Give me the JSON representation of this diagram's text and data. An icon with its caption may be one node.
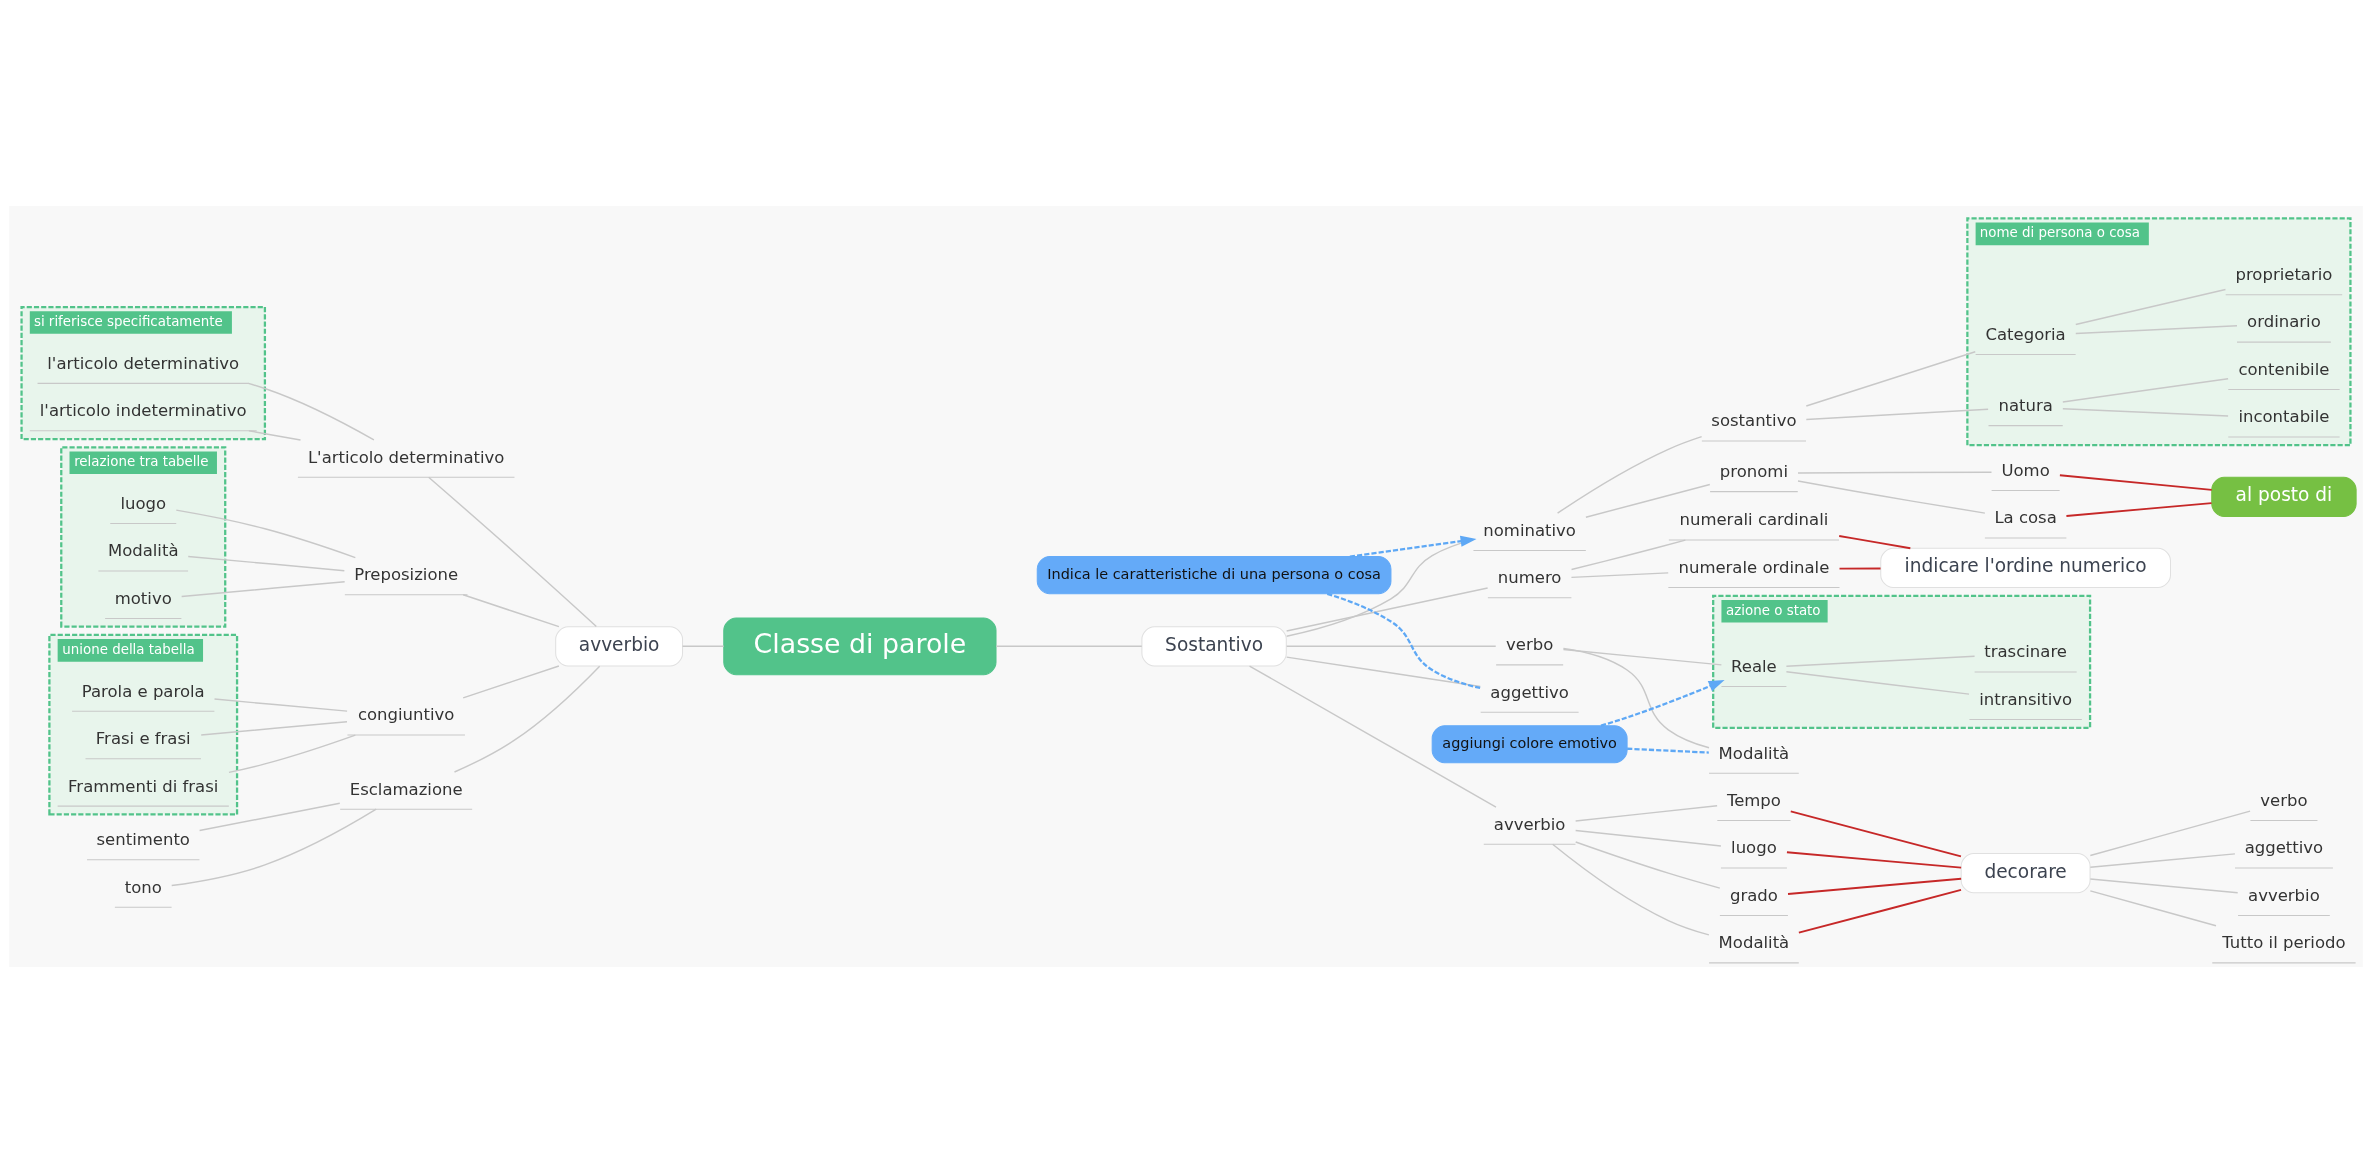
{
  "diagram": {
    "nodes": [
      {
        "text": [
          "Classe di parole"
        ]
      },
      {
        "text": [
          "avverbio"
        ]
      },
      {
        "text": [
          "L'articolo determinativo"
        ]
      },
      {
        "text": [
          "si riferisce specificatamente"
        ]
      },
      {
        "text": [
          "l'articolo determinativo"
        ],
        "in": 3
      },
      {
        "text": [
          "l'articolo indeterminativo"
        ],
        "in": 3
      },
      {
        "text": [
          "Preposizione"
        ]
      },
      {
        "text": [
          "relazione tra tabelle"
        ]
      },
      {
        "text": [
          "luogo"
        ],
        "in": 7
      },
      {
        "text": [
          "Modalità"
        ],
        "in": 7
      },
      {
        "text": [
          "motivo"
        ],
        "in": 7
      },
      {
        "text": [
          "congiuntivo"
        ]
      },
      {
        "text": [
          "unione della tabella"
        ]
      },
      {
        "text": [
          "Parola e parola"
        ],
        "in": 12
      },
      {
        "text": [
          "Frasi e frasi"
        ],
        "in": 12
      },
      {
        "text": [
          "Frammenti di frasi"
        ],
        "in": 12
      },
      {
        "text": [
          "Esclamazione"
        ]
      },
      {
        "text": [
          "sentimento"
        ]
      },
      {
        "text": [
          "tono"
        ]
      },
      {
        "text": [
          "Sostantivo"
        ]
      },
      {
        "text": [
          "nominativo"
        ]
      },
      {
        "text": [
          "sostantivo"
        ]
      },
      {
        "text": [
          "nome di persona o cosa"
        ]
      },
      {
        "text": [
          "Categoria"
        ],
        "in": 22
      },
      {
        "text": [
          "proprietario"
        ],
        "in": 22
      },
      {
        "text": [
          "ordinario"
        ],
        "in": 22
      },
      {
        "text": [
          "natura"
        ],
        "in": 22
      },
      {
        "text": [
          "contenibile"
        ],
        "in": 22
      },
      {
        "text": [
          "incontabile"
        ],
        "in": 22
      },
      {
        "text": [
          "pronomi"
        ]
      },
      {
        "text": [
          "Uomo"
        ]
      },
      {
        "text": [
          "La cosa"
        ]
      },
      {
        "text": [
          "al posto di"
        ]
      },
      {
        "text": [
          "Indica le caratteristiche di una persona o cosa"
        ]
      },
      {
        "text": [
          "numero"
        ]
      },
      {
        "text": [
          "numerali cardinali"
        ]
      },
      {
        "text": [
          "numerale ordinale"
        ]
      },
      {
        "text": [
          "indicare l'ordine numerico"
        ]
      },
      {
        "text": [
          "verbo"
        ]
      },
      {
        "text": [
          "azione o stato"
        ]
      },
      {
        "text": [
          "Reale"
        ],
        "in": 39
      },
      {
        "text": [
          "trascinare"
        ],
        "in": 39
      },
      {
        "text": [
          "intransitivo"
        ],
        "in": 39
      },
      {
        "text": [
          "Modalità"
        ]
      },
      {
        "text": [
          "aggiungi colore emotivo"
        ]
      },
      {
        "text": [
          "aggettivo"
        ]
      },
      {
        "text": [
          "avverbio"
        ]
      },
      {
        "text": [
          "Tempo"
        ]
      },
      {
        "text": [
          "luogo"
        ]
      },
      {
        "text": [
          "grado"
        ]
      },
      {
        "text": [
          "Modalità"
        ]
      },
      {
        "text": [
          "decorare"
        ]
      },
      {
        "text": [
          "verbo"
        ]
      },
      {
        "text": [
          "aggettivo"
        ]
      },
      {
        "text": [
          "avverbio"
        ]
      },
      {
        "text": [
          "Tutto il periodo"
        ]
      }
    ],
    "edges": [
      {
        "from": 0,
        "to": 1,
        "arrow": "none"
      },
      {
        "from": 1,
        "to": 2,
        "arrow": "none"
      },
      {
        "from": 2,
        "to": 4,
        "arrow": "none"
      },
      {
        "from": 2,
        "to": 5,
        "arrow": "none"
      },
      {
        "from": 1,
        "to": 6,
        "arrow": "none"
      },
      {
        "from": 6,
        "to": 8,
        "arrow": "none"
      },
      {
        "from": 6,
        "to": 9,
        "arrow": "none"
      },
      {
        "from": 6,
        "to": 10,
        "arrow": "none"
      },
      {
        "from": 1,
        "to": 11,
        "arrow": "none"
      },
      {
        "from": 11,
        "to": 13,
        "arrow": "none"
      },
      {
        "from": 11,
        "to": 14,
        "arrow": "none"
      },
      {
        "from": 11,
        "to": 15,
        "arrow": "none"
      },
      {
        "from": 1,
        "to": 16,
        "arrow": "none"
      },
      {
        "from": 16,
        "to": 17,
        "arrow": "none"
      },
      {
        "from": 16,
        "to": 18,
        "arrow": "none"
      },
      {
        "from": 0,
        "to": 19,
        "arrow": "none"
      },
      {
        "from": 19,
        "to": 20,
        "arrow": "none"
      },
      {
        "from": 20,
        "to": 21,
        "arrow": "none"
      },
      {
        "from": 21,
        "to": 23,
        "arrow": "none"
      },
      {
        "from": 23,
        "to": 24,
        "arrow": "none"
      },
      {
        "from": 23,
        "to": 25,
        "arrow": "none"
      },
      {
        "from": 21,
        "to": 26,
        "arrow": "none"
      },
      {
        "from": 26,
        "to": 27,
        "arrow": "none"
      },
      {
        "from": 26,
        "to": 28,
        "arrow": "none"
      },
      {
        "from": 20,
        "to": 29,
        "arrow": "none"
      },
      {
        "from": 29,
        "to": 30,
        "arrow": "none"
      },
      {
        "from": 29,
        "to": 31,
        "arrow": "none"
      },
      {
        "from": 30,
        "to": 32,
        "arrow": "none",
        "color": "#c62828"
      },
      {
        "from": 31,
        "to": 32,
        "arrow": "none",
        "color": "#c62828"
      },
      {
        "from": 33,
        "to": 20,
        "arrow": "to",
        "style": "dashed",
        "color": "#5ea8f5"
      },
      {
        "from": 33,
        "to": 45,
        "arrow": "none",
        "style": "dashed",
        "color": "#5ea8f5"
      },
      {
        "from": 19,
        "to": 34,
        "arrow": "none"
      },
      {
        "from": 34,
        "to": 35,
        "arrow": "none"
      },
      {
        "from": 34,
        "to": 36,
        "arrow": "none"
      },
      {
        "from": 35,
        "to": 37,
        "arrow": "none",
        "color": "#c62828"
      },
      {
        "from": 36,
        "to": 37,
        "arrow": "none",
        "color": "#c62828"
      },
      {
        "from": 19,
        "to": 38,
        "arrow": "none"
      },
      {
        "from": 38,
        "to": 40,
        "arrow": "none"
      },
      {
        "from": 40,
        "to": 41,
        "arrow": "none"
      },
      {
        "from": 40,
        "to": 42,
        "arrow": "none"
      },
      {
        "from": 38,
        "to": 43,
        "arrow": "none"
      },
      {
        "from": 44,
        "to": 40,
        "arrow": "to",
        "style": "dashed",
        "color": "#5ea8f5"
      },
      {
        "from": 44,
        "to": 43,
        "arrow": "none",
        "style": "dashed",
        "color": "#5ea8f5"
      },
      {
        "from": 19,
        "to": 45,
        "arrow": "none"
      },
      {
        "from": 19,
        "to": 46,
        "arrow": "none"
      },
      {
        "from": 46,
        "to": 47,
        "arrow": "none"
      },
      {
        "from": 46,
        "to": 48,
        "arrow": "none"
      },
      {
        "from": 46,
        "to": 49,
        "arrow": "none"
      },
      {
        "from": 46,
        "to": 50,
        "arrow": "none"
      },
      {
        "from": 47,
        "to": 51,
        "arrow": "none",
        "color": "#c62828"
      },
      {
        "from": 48,
        "to": 51,
        "arrow": "none",
        "color": "#c62828"
      },
      {
        "from": 49,
        "to": 51,
        "arrow": "none",
        "color": "#c62828"
      },
      {
        "from": 50,
        "to": 51,
        "arrow": "none",
        "color": "#c62828"
      },
      {
        "from": 51,
        "to": 52,
        "arrow": "none"
      },
      {
        "from": 51,
        "to": 53,
        "arrow": "none"
      },
      {
        "from": 51,
        "to": 54,
        "arrow": "none"
      },
      {
        "from": 51,
        "to": 55,
        "arrow": "none"
      }
    ]
  }
}
